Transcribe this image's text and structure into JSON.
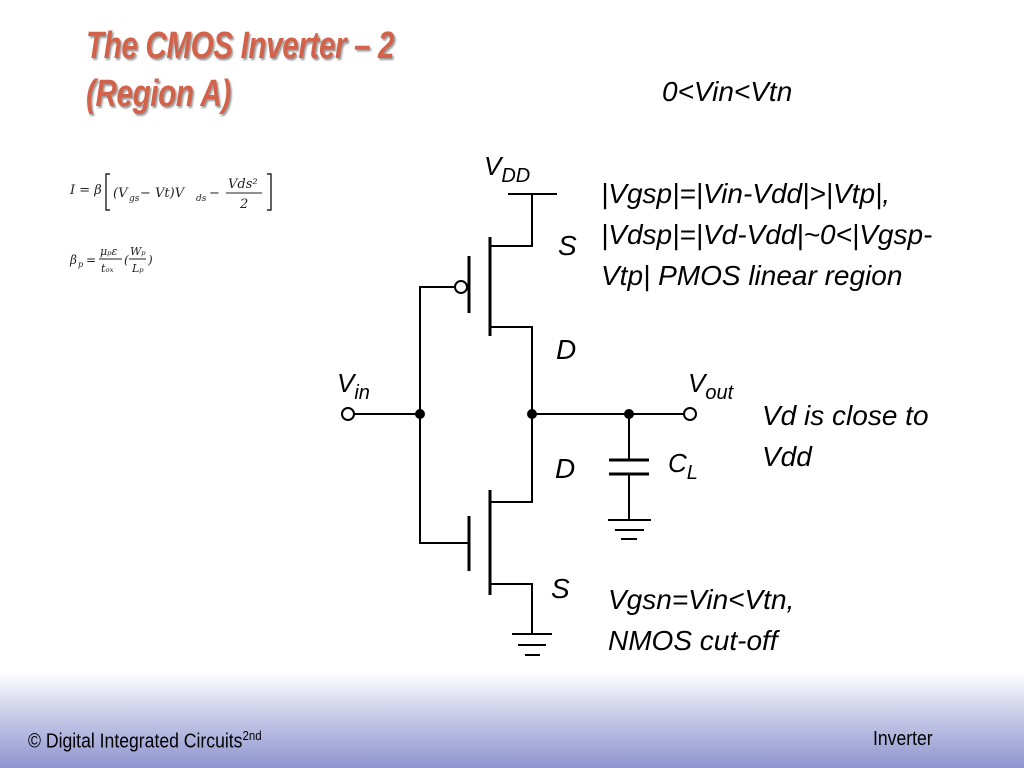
{
  "slide": {
    "title_line1": "The CMOS Inverter – 2",
    "title_line2": "(Region A)",
    "condition": "0<Vin<Vtn",
    "pmos_note": [
      "|Vgsp|=|Vin-Vdd|>|Vtp|,",
      "|Vdsp|=|Vd-Vdd|~0<|Vgsp-",
      "Vtp| PMOS linear region"
    ],
    "vd_note": [
      "Vd is close to",
      "Vdd"
    ],
    "nmos_note": [
      "Vgsn=Vin<Vtn,",
      "NMOS cut-off"
    ]
  },
  "formulas": {
    "current": {
      "lhs": "I = β",
      "term1": "(V",
      "term1_sub": "gs",
      "term1_mid": " − Vt)V",
      "term1_sub2": "ds",
      "minus": " − ",
      "num": "Vds²",
      "den": "2"
    },
    "beta": {
      "lhs": "β",
      "lhs_sub": "p",
      "eq": "=",
      "num": "μₚε",
      "den": "tₒₓ",
      "paren_num": "Wₚ",
      "paren_den": "Lₚ"
    }
  },
  "circuit": {
    "vdd": {
      "main": "V",
      "sub": "DD"
    },
    "vin": {
      "main": "V",
      "sub": "in"
    },
    "vout": {
      "main": "V",
      "sub": "out"
    },
    "cl": {
      "main": "C",
      "sub": "L"
    },
    "pmos_source": "S",
    "pmos_drain": "D",
    "nmos_drain": "D",
    "nmos_source": "S"
  },
  "footer": {
    "left": "© Digital Integrated Circuits",
    "left_sup": "2nd",
    "right": "Inverter"
  }
}
